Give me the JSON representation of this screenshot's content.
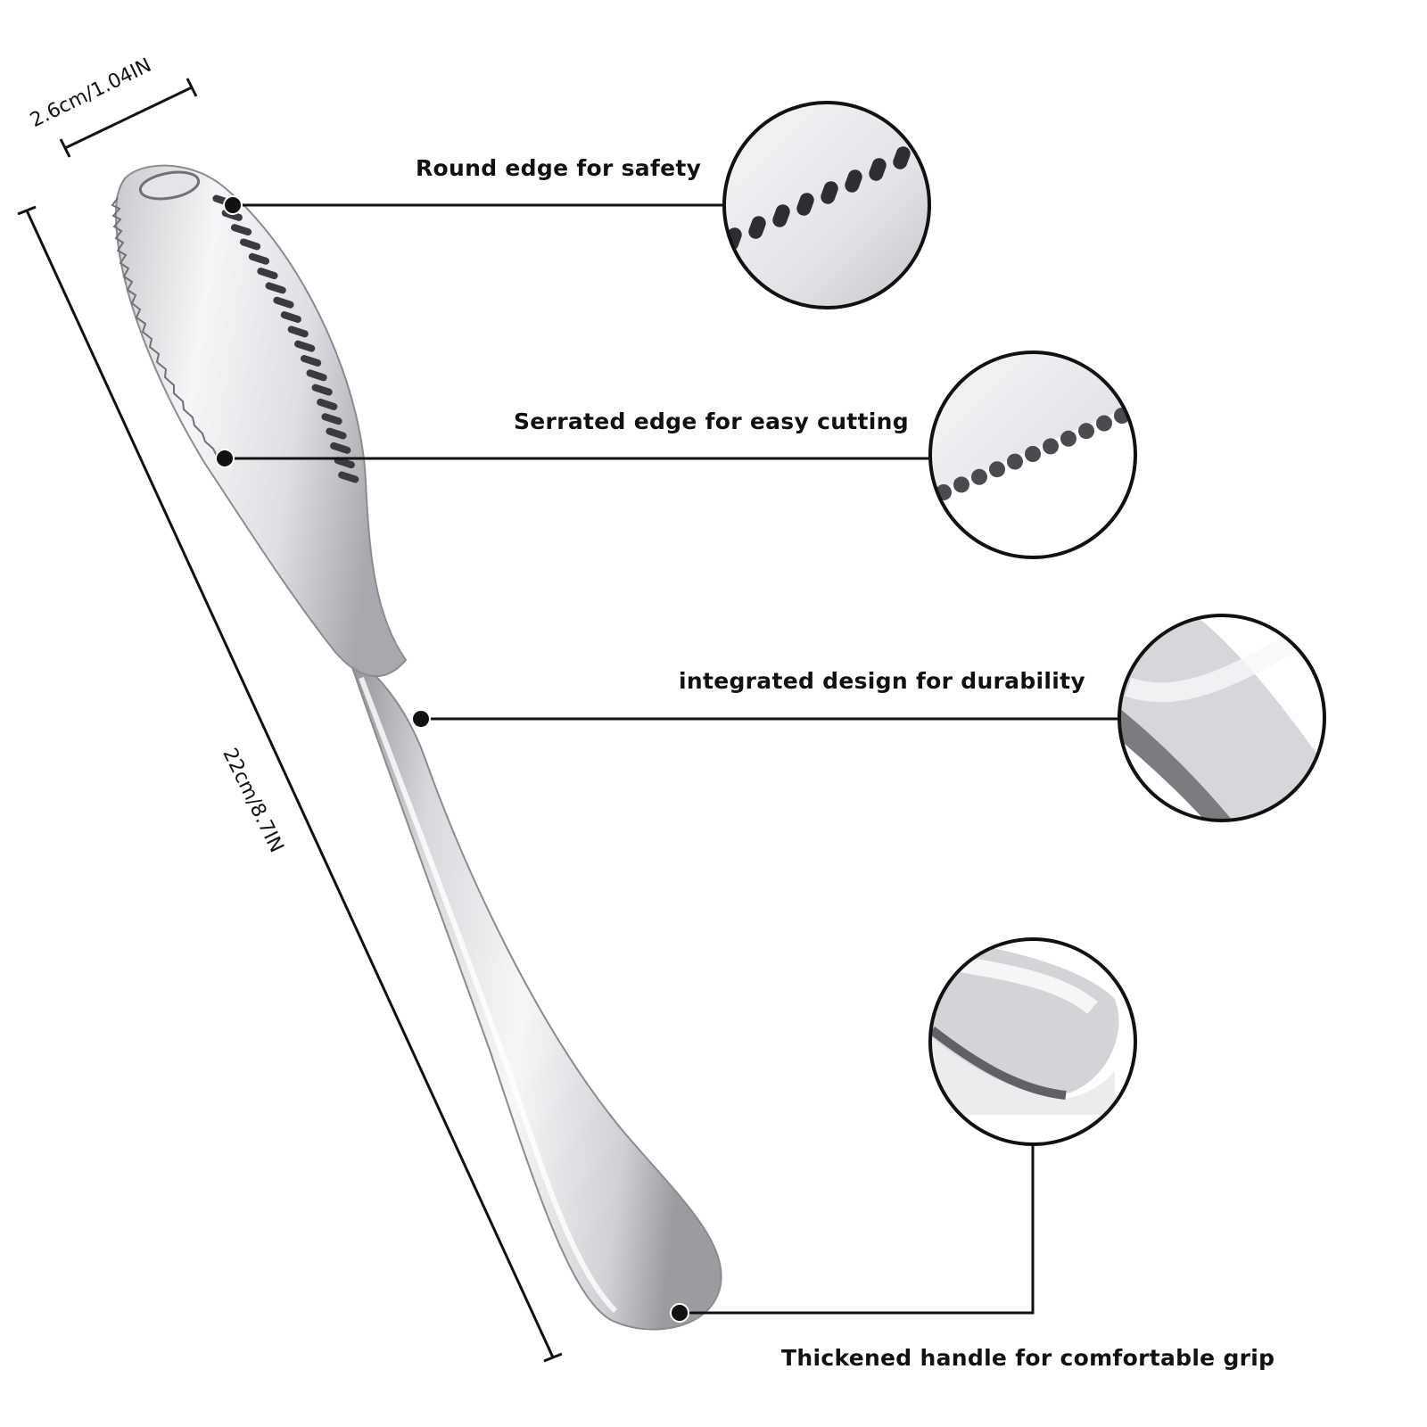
{
  "dimensions": {
    "width_label": "2.6cm/1.04IN",
    "length_label": "22cm/8.7IN"
  },
  "callouts": [
    {
      "id": "round-edge",
      "label": "Round edge for safety"
    },
    {
      "id": "serrated-edge",
      "label": "Serrated edge for easy cutting"
    },
    {
      "id": "integrated-design",
      "label": "integrated design for durability"
    },
    {
      "id": "thickened-handle",
      "label": "Thickened handle for comfortable grip"
    }
  ],
  "colors": {
    "line": "#111111",
    "steel_light": "#f4f4f6",
    "steel_mid": "#c9cacd",
    "steel_dark": "#7d7f83"
  }
}
